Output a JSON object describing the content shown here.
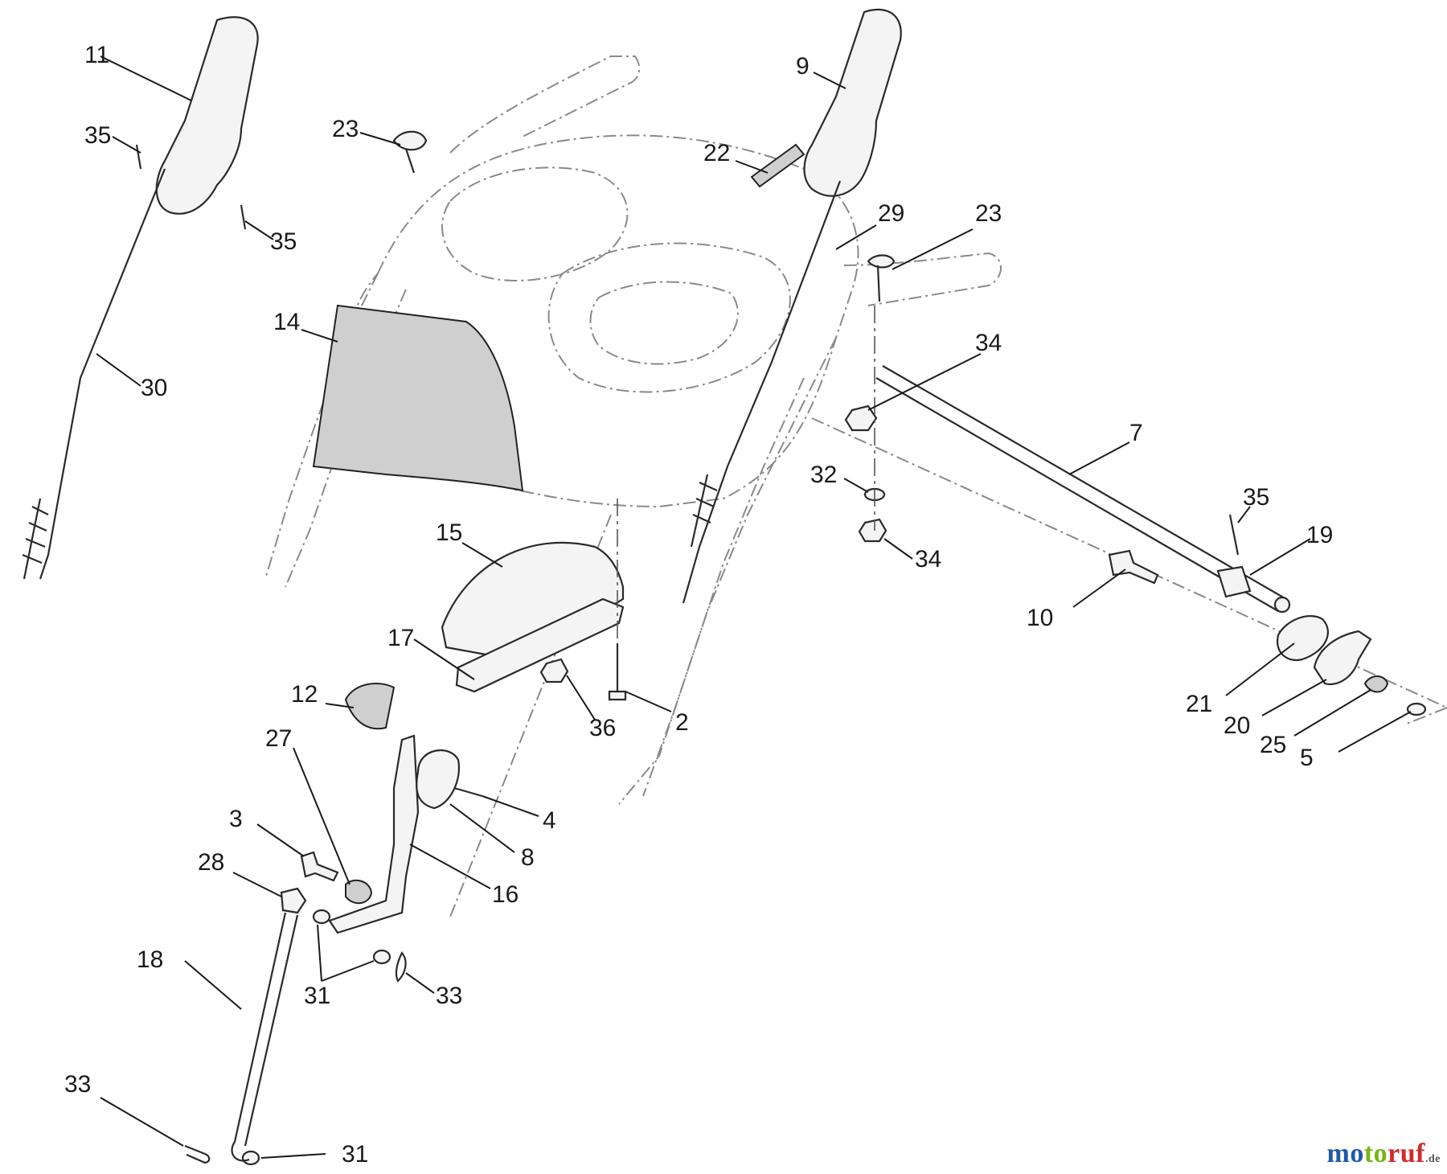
{
  "callouts": [
    {
      "id": "11",
      "label": "11"
    },
    {
      "id": "35a",
      "label": "35"
    },
    {
      "id": "35b",
      "label": "35"
    },
    {
      "id": "30",
      "label": "30"
    },
    {
      "id": "14",
      "label": "14"
    },
    {
      "id": "23a",
      "label": "23"
    },
    {
      "id": "22",
      "label": "22"
    },
    {
      "id": "9",
      "label": "9"
    },
    {
      "id": "29",
      "label": "29"
    },
    {
      "id": "23b",
      "label": "23"
    },
    {
      "id": "34a",
      "label": "34"
    },
    {
      "id": "32",
      "label": "32"
    },
    {
      "id": "34b",
      "label": "34"
    },
    {
      "id": "7",
      "label": "7"
    },
    {
      "id": "35c",
      "label": "35"
    },
    {
      "id": "19",
      "label": "19"
    },
    {
      "id": "10",
      "label": "10"
    },
    {
      "id": "21",
      "label": "21"
    },
    {
      "id": "20",
      "label": "20"
    },
    {
      "id": "25",
      "label": "25"
    },
    {
      "id": "5",
      "label": "5"
    },
    {
      "id": "15",
      "label": "15"
    },
    {
      "id": "17",
      "label": "17"
    },
    {
      "id": "36",
      "label": "36"
    },
    {
      "id": "2",
      "label": "2"
    },
    {
      "id": "12",
      "label": "12"
    },
    {
      "id": "27",
      "label": "27"
    },
    {
      "id": "4",
      "label": "4"
    },
    {
      "id": "8",
      "label": "8"
    },
    {
      "id": "3",
      "label": "3"
    },
    {
      "id": "16",
      "label": "16"
    },
    {
      "id": "28",
      "label": "28"
    },
    {
      "id": "31a",
      "label": "31"
    },
    {
      "id": "33a",
      "label": "33"
    },
    {
      "id": "18",
      "label": "18"
    },
    {
      "id": "33b",
      "label": "33"
    },
    {
      "id": "31b",
      "label": "31"
    }
  ],
  "watermark": {
    "part1": "mo",
    "part2": "to",
    "part3": "ruf",
    "tld": ".de"
  }
}
